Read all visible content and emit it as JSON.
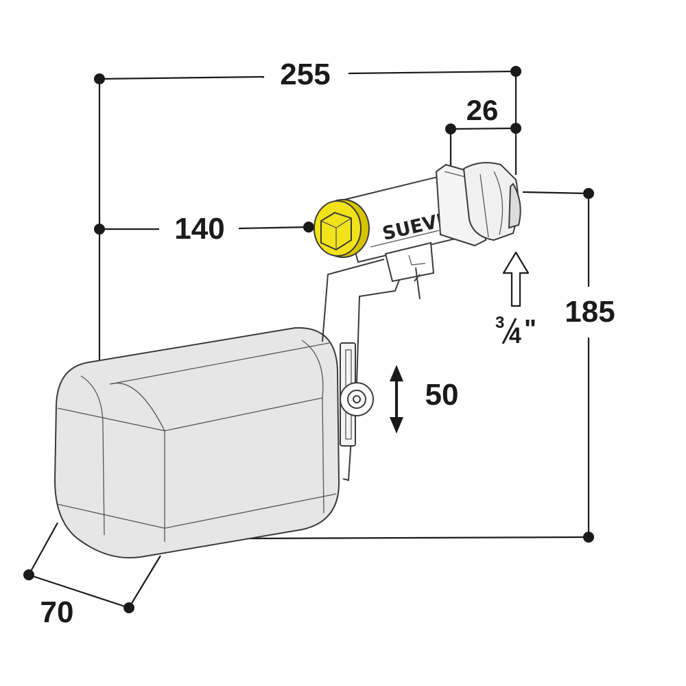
{
  "dimensions": {
    "overall_length": "255",
    "thread_length": "26",
    "inlet_to_float_center": "140",
    "overall_height": "185",
    "adjustment_range": "50",
    "float_depth": "70",
    "thread_size_whole": "3",
    "thread_size_fraction_denominator": "4",
    "thread_size_inch_mark": "\""
  },
  "brand": {
    "name": "SUEVIA"
  },
  "colors": {
    "cap": "#f2e21a",
    "cap_dark": "#d8c400",
    "float_body": "#e6e6e6",
    "valve_body": "#ffffff",
    "lines": "#1a1a1a"
  },
  "icons": {
    "inlet_arrow": "up-arrow-icon",
    "adjustment_arrow": "double-headed-arrow-icon"
  }
}
